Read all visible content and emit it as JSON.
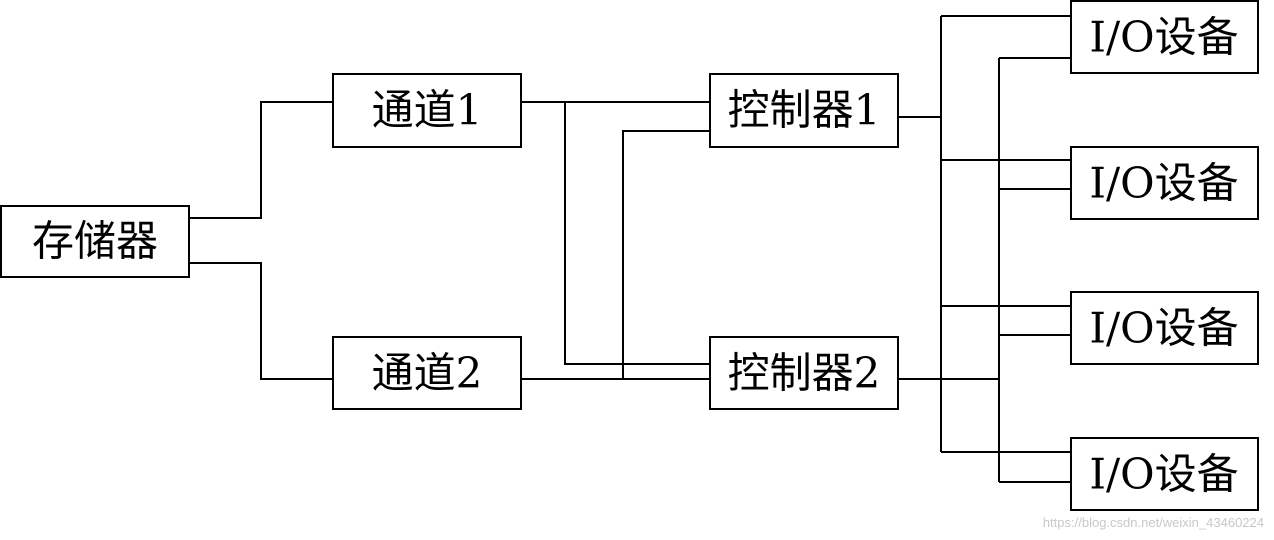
{
  "nodes": {
    "memory": "存储器",
    "channel1": "通道1",
    "channel2": "通道2",
    "controller1": "控制器1",
    "controller2": "控制器2",
    "io_device": "I/O设备"
  },
  "edges": [
    {
      "from": "存储器",
      "to": "通道1"
    },
    {
      "from": "存储器",
      "to": "通道2"
    },
    {
      "from": "通道1",
      "to": "控制器1"
    },
    {
      "from": "通道1",
      "to": "控制器2"
    },
    {
      "from": "通道2",
      "to": "控制器1"
    },
    {
      "from": "通道2",
      "to": "控制器2"
    },
    {
      "from": "控制器1",
      "to": "I/O设备 (all four)"
    },
    {
      "from": "控制器2",
      "to": "I/O设备 (all four)"
    }
  ],
  "watermark": "https://blog.csdn.net/weixin_43460224"
}
